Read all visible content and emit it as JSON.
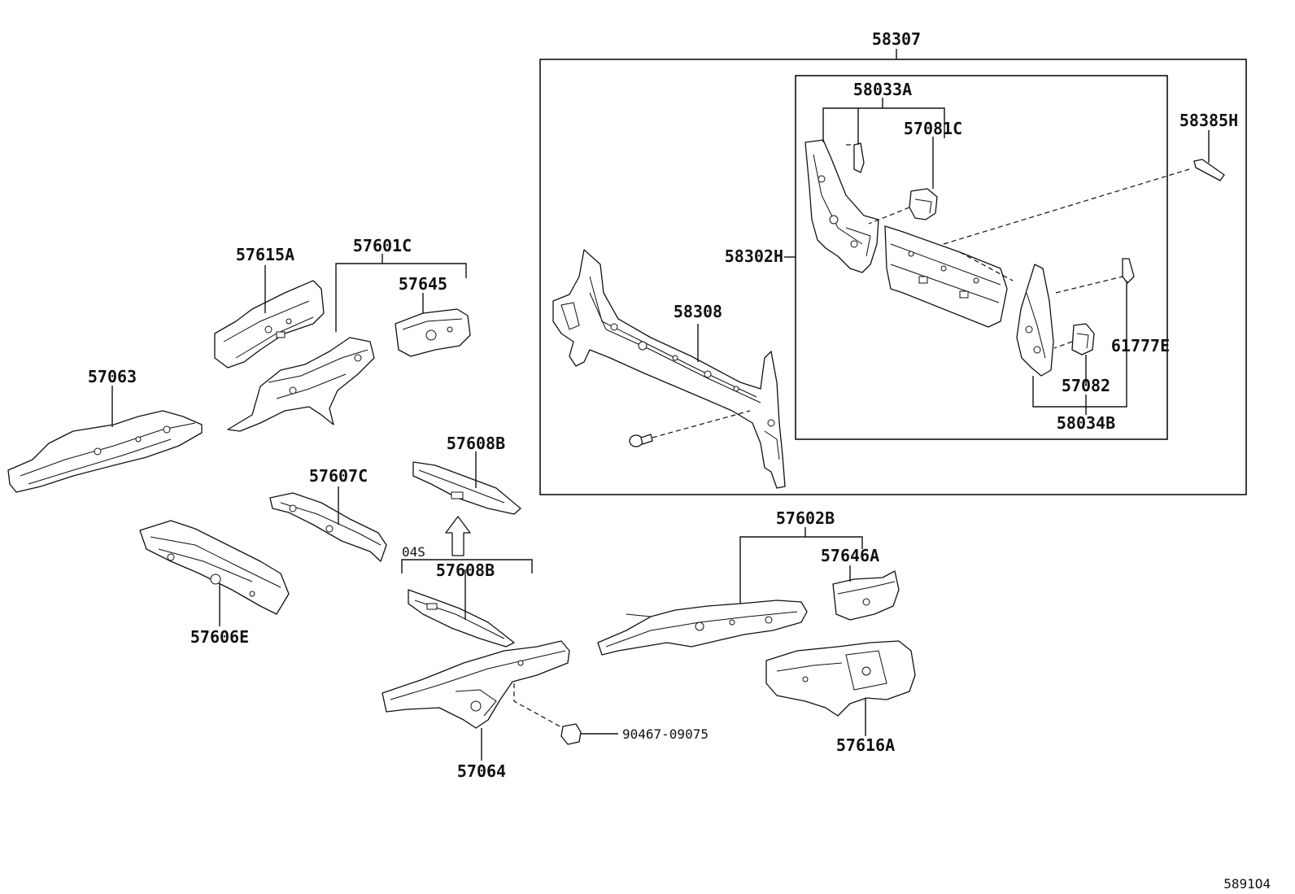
{
  "figure_code": "5891O4",
  "callouts": {
    "p58307": "58307",
    "p58033A": "58033A",
    "p57081C": "57081C",
    "p58385H": "58385H",
    "p58302H": "58302H",
    "p58308": "58308",
    "p61777E": "61777E",
    "p57082": "57082",
    "p58034B": "58034B",
    "p57615A": "57615A",
    "p57601C": "57601C",
    "p57645": "57645",
    "p57063": "57063",
    "p57608B_top": "57608B",
    "p57607C": "57607C",
    "p57606E": "57606E",
    "p04S": "04S",
    "p57608B_bottom": "57608B",
    "p57602B": "57602B",
    "p57646A": "57646A",
    "p57616A": "57616A",
    "p57064": "57064",
    "p90467": "90467-09075"
  }
}
